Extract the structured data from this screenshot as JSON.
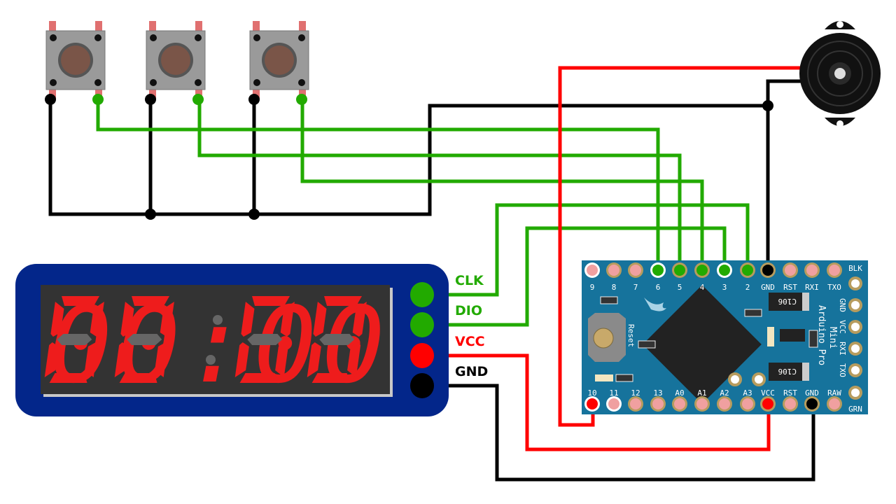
{
  "colors": {
    "wire_green": "#22aa00",
    "wire_red": "#ff0000",
    "wire_black": "#000000",
    "display_frame": "#03268a",
    "board": "#16739c",
    "segment_on": "#ee1c1c",
    "segment_off": "#666666"
  },
  "display": {
    "value": "00:00",
    "pins": [
      {
        "label": "CLK",
        "color": "#22aa00"
      },
      {
        "label": "DIO",
        "color": "#22aa00"
      },
      {
        "label": "VCC",
        "color": "#ff0000"
      },
      {
        "label": "GND",
        "color": "#000000"
      }
    ]
  },
  "board": {
    "name_line1": "Arduino Pro",
    "name_line2": "Mini",
    "reset_label": "Reset",
    "chip_label": "C106",
    "top_pins": [
      "9",
      "8",
      "7",
      "6",
      "5",
      "4",
      "3",
      "2",
      "GND",
      "RST",
      "RXI",
      "TXO"
    ],
    "bottom_pins": [
      "10",
      "11",
      "12",
      "13",
      "A0",
      "A1",
      "A2",
      "A3",
      "VCC",
      "RST",
      "GND",
      "RAW"
    ],
    "side_pins": [
      "BLK",
      "GND",
      "VCC",
      "RXI",
      "TXO",
      "GRN"
    ]
  },
  "components": {
    "buttons": 3,
    "buzzer": 1
  }
}
